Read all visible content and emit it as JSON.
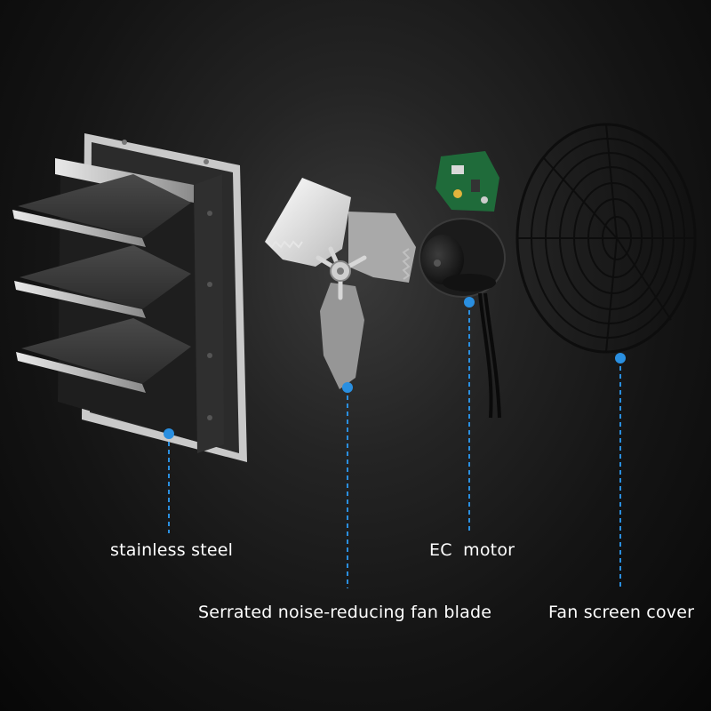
{
  "labels": {
    "stainless_steel": "stainless steel",
    "fan_blade": "Serrated noise-reducing fan blade",
    "ec_motor": "EC  motor",
    "fan_cover": "Fan screen cover"
  },
  "colors": {
    "accent_marker": "#2a8fe0",
    "background": "#1a1a1a",
    "text": "#ffffff"
  }
}
